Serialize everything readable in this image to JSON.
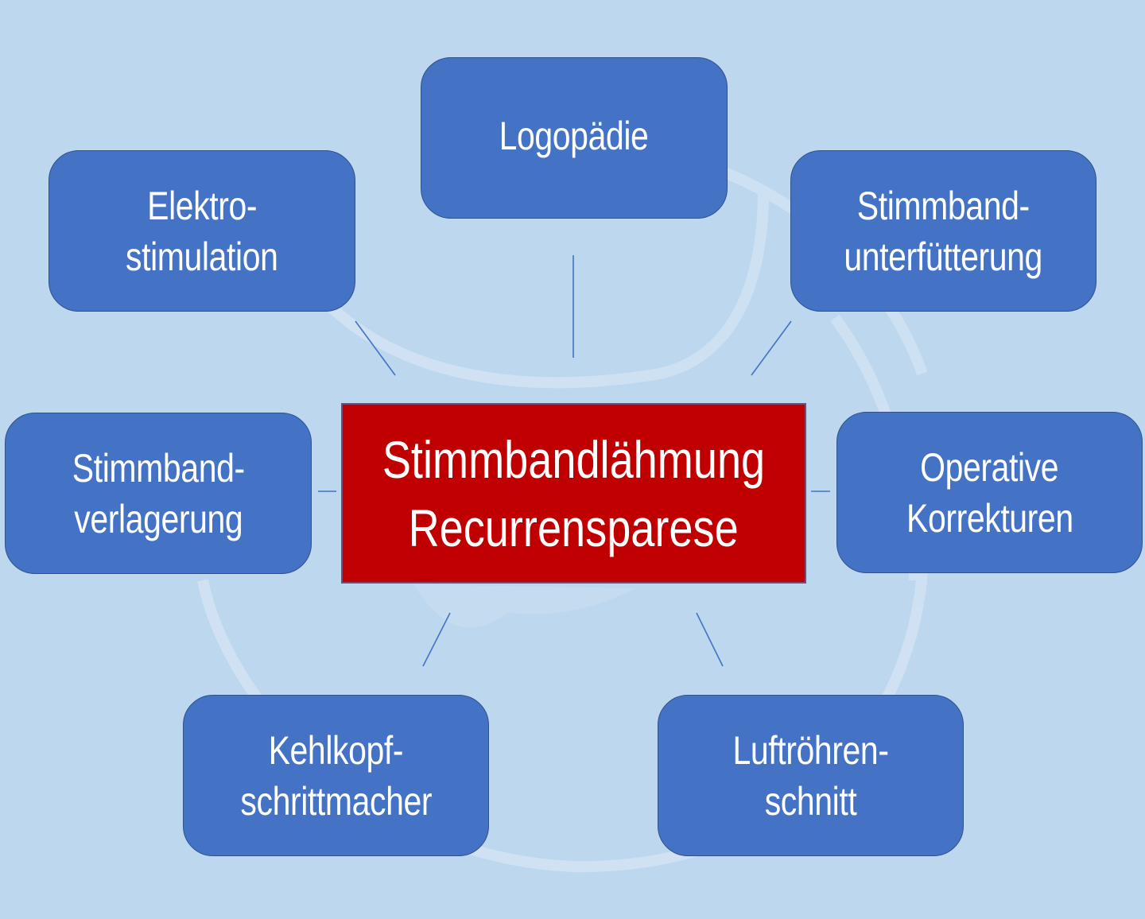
{
  "colors": {
    "background": "#bdd7ee",
    "node_fill": "#4472c4",
    "node_border": "#2f528f",
    "center_fill": "#c00000",
    "connector": "#4472c4",
    "text": "#ffffff"
  },
  "center": {
    "line1": "Stimmbandlähmung",
    "line2": "Recurrensparese"
  },
  "nodes": [
    {
      "id": "logopaedie",
      "lines": [
        "Logopädie"
      ]
    },
    {
      "id": "stimmband-unterfuetterung",
      "lines": [
        "Stimmband-",
        "unterfütterung"
      ]
    },
    {
      "id": "operative-korrekturen",
      "lines": [
        "Operative",
        "Korrekturen"
      ]
    },
    {
      "id": "luftroehrenschnitt",
      "lines": [
        "Luftröhren-",
        "schnitt"
      ]
    },
    {
      "id": "kehlkopfschrittmacher",
      "lines": [
        "Kehlkopf-",
        "schrittmacher"
      ]
    },
    {
      "id": "stimmband-verlagerung",
      "lines": [
        "Stimmband-",
        "verlagerung"
      ]
    },
    {
      "id": "elektrostimulation",
      "lines": [
        "Elektro-",
        "stimulation"
      ]
    }
  ]
}
